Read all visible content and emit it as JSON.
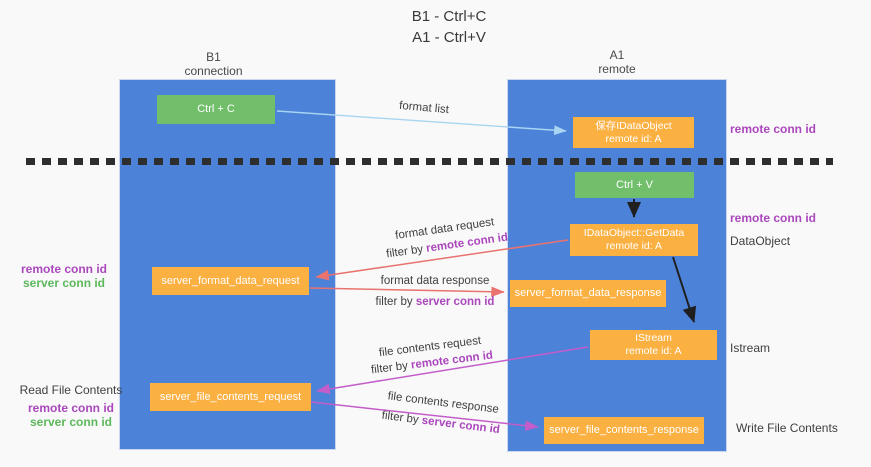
{
  "title": {
    "line1": "B1 - Ctrl+C",
    "line2": "A1 - Ctrl+V"
  },
  "lanes": {
    "left": {
      "title": "B1",
      "subtitle": "connection"
    },
    "right": {
      "title": "A1",
      "subtitle": "remote"
    }
  },
  "nodes": {
    "ctrl_c": {
      "label": "Ctrl + C"
    },
    "saved_dataobject": {
      "line1": "保存IDataObject",
      "line2": "remote id: A"
    },
    "ctrl_v": {
      "label": "Ctrl + V"
    },
    "getdata": {
      "line1": "IDataObject::GetData",
      "line2": "remote id: A"
    },
    "format_request": {
      "label": "server_format_data_request"
    },
    "format_response": {
      "label": "server_format_data_response"
    },
    "istream": {
      "line1": "IStream",
      "line2": "remote id: A"
    },
    "file_request": {
      "label": "server_file_contents_request"
    },
    "file_response": {
      "label": "server_file_contents_response"
    }
  },
  "edges": {
    "format_list": {
      "label": "format list"
    },
    "format_request": {
      "line1": "format data request",
      "prefix": "filter by ",
      "key": "remote conn id"
    },
    "format_response": {
      "line1": "format data response",
      "prefix": "filter by ",
      "key": "server conn id"
    },
    "file_request": {
      "line1": "file contents request",
      "prefix": "filter by ",
      "key": "remote conn id"
    },
    "file_response": {
      "line1": "file contents response",
      "prefix": "filter by ",
      "key": "server conn id"
    }
  },
  "side_labels": {
    "right_top_conn": "remote conn id",
    "right_mid_conn": "remote conn id",
    "dataobject": "DataObject",
    "istream": "Istream",
    "write_file": "Write File Contents",
    "left_remote_top": "remote conn id",
    "left_server_top": "server conn id",
    "read_file": "Read File Contents",
    "left_remote_bottom": "remote conn id",
    "left_server_bottom": "server conn id"
  },
  "colors": {
    "lane_blue": "#4d82d9",
    "node_orange": "#fbb042",
    "node_green": "#71bf6b",
    "purple_text": "#ab47bc",
    "green_text": "#5cb85c",
    "arrow_blue": "#a9d5f2",
    "arrow_red": "#e8736f",
    "arrow_magenta": "#c25dc9",
    "arrow_black": "#1f1f1f"
  }
}
